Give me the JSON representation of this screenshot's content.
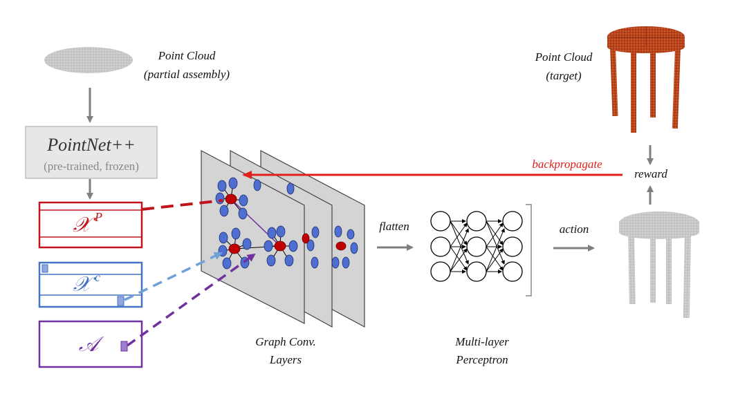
{
  "labels": {
    "point_cloud_partial_l1": "Point Cloud",
    "point_cloud_partial_l2": "(partial assembly)",
    "point_cloud_target_l1": "Point Cloud",
    "point_cloud_target_l2": "(target)",
    "pointnet_title": "PointNet++",
    "pointnet_sub": "(pre-trained, frozen)",
    "xp_symbol": "𝒳",
    "xp_sup": "P",
    "xc_symbol": "𝒳",
    "xc_sup": "c",
    "a_symbol": "𝒜",
    "flatten": "flatten",
    "action": "action",
    "reward": "reward",
    "backpropagate": "backpropagate",
    "gcn_l1": "Graph Conv.",
    "gcn_l2": "Layers",
    "mlp_l1": "Multi-layer",
    "mlp_l2": "Perceptron"
  },
  "colors": {
    "red": "#c0141c",
    "blue": "#4472c4",
    "blue_dash": "#6fa0d8",
    "purple": "#7030a0",
    "grey_arrow": "#7f7f7f",
    "node_blue": "#4f6fd0",
    "node_red": "#c00000",
    "cloud_orange": "#b8431a",
    "backprop_red": "#e0201c"
  }
}
